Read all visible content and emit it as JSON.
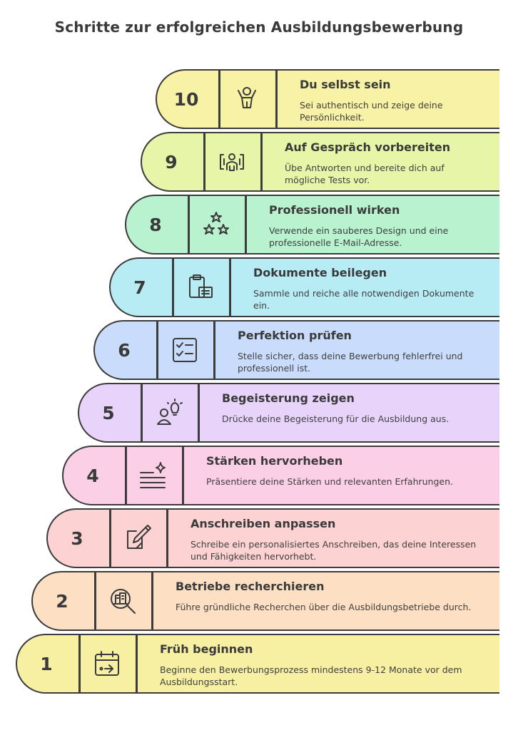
{
  "title": "Schritte zur erfolgreichen Ausbildungsbewerbung",
  "steps": [
    {
      "number": "10",
      "heading": "Du selbst sein",
      "description": "Sei authentisch und zeige deine Persönlichkeit.",
      "icon": "person-cheering-icon",
      "color": "#f7f2a6"
    },
    {
      "number": "9",
      "heading": "Auf Gespräch vorbereiten",
      "description": "Übe Antworten und bereite dich auf mögliche Tests vor.",
      "icon": "interview-icon",
      "color": "#e6f5a8"
    },
    {
      "number": "8",
      "heading": "Professionell wirken",
      "description": "Verwende ein sauberes Design und eine professionelle E-Mail-Adresse.",
      "icon": "stars-icon",
      "color": "#b9f2cf"
    },
    {
      "number": "7",
      "heading": "Dokumente beilegen",
      "description": "Sammle und reiche alle notwendigen Dokumente ein.",
      "icon": "clipboard-documents-icon",
      "color": "#b8ecf5"
    },
    {
      "number": "6",
      "heading": "Perfektion prüfen",
      "description": "Stelle sicher, dass deine Bewerbung fehlerfrei und professionell ist.",
      "icon": "checklist-icon",
      "color": "#c9dcfb"
    },
    {
      "number": "5",
      "heading": "Begeisterung zeigen",
      "description": "Drücke deine Begeisterung für die Ausbildung aus.",
      "icon": "person-idea-icon",
      "color": "#e8d4fb"
    },
    {
      "number": "4",
      "heading": "Stärken hervorheben",
      "description": "Präsentiere deine Stärken und relevanten Erfahrungen.",
      "icon": "sparkle-list-icon",
      "color": "#fbcfe6"
    },
    {
      "number": "3",
      "heading": "Anschreiben anpassen",
      "description": "Schreibe ein personalisiertes Anschreiben, das deine Interessen und Fähigkeiten hervorhebt.",
      "icon": "pen-paper-icon",
      "color": "#fcd2d2"
    },
    {
      "number": "2",
      "heading": "Betriebe recherchieren",
      "description": "Führe gründliche Recherchen über die Ausbildungsbetriebe durch.",
      "icon": "search-building-icon",
      "color": "#fde0c4"
    },
    {
      "number": "1",
      "heading": "Früh beginnen",
      "description": "Beginne den Bewerbungsprozess mindestens 9-12 Monate vor dem Ausbildungsstart.",
      "icon": "calendar-icon",
      "color": "#f7f0a2"
    }
  ]
}
